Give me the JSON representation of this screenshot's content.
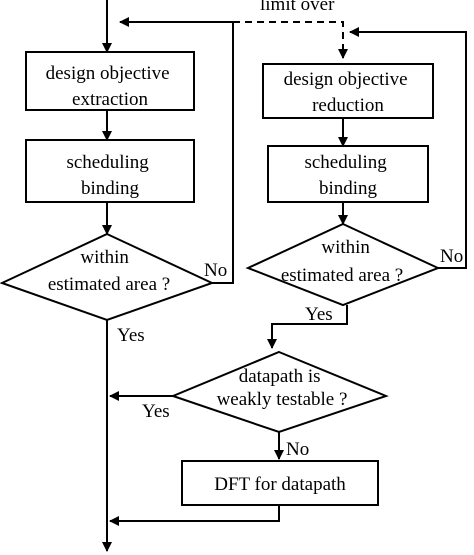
{
  "diagram": {
    "top_label": "limit over",
    "nodes": {
      "left_extraction": [
        "design objective",
        "extraction"
      ],
      "left_scheduling": [
        "scheduling",
        "binding"
      ],
      "left_decision": [
        "within",
        "estimated area ?"
      ],
      "right_reduction": [
        "design objective",
        "reduction"
      ],
      "right_scheduling": [
        "scheduling",
        "binding"
      ],
      "right_decision": [
        "within",
        "estimated area ?"
      ],
      "testable_decision": [
        "datapath is",
        "weakly testable ?"
      ],
      "dft_box": "DFT for datapath"
    },
    "edge_labels": {
      "left_no": "No",
      "left_yes": "Yes",
      "right_no": "No",
      "right_yes": "Yes",
      "testable_yes": "Yes",
      "testable_no": "No"
    }
  },
  "colors": {
    "stroke": "#000000",
    "background": "#ffffff"
  }
}
